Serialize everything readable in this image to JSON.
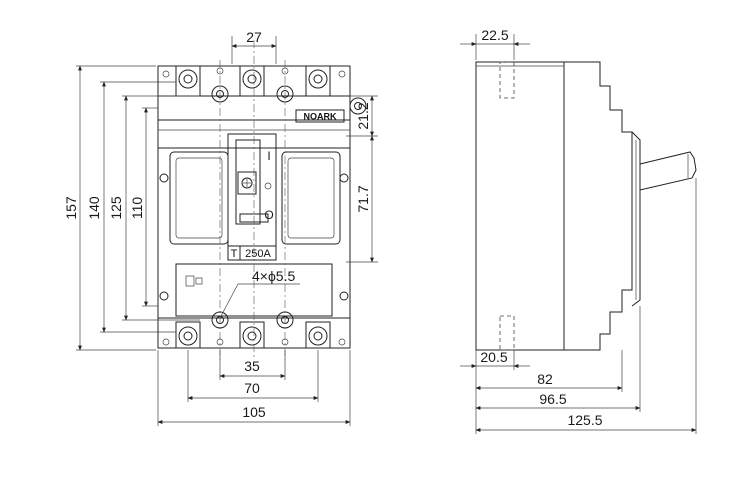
{
  "brand_label": "NOARK",
  "rating_label": "250A",
  "rating_symbol": "T",
  "hole_callout": "4×ϕ5.5",
  "switch_marks": {
    "on": "I",
    "off": "O"
  },
  "front_view": {
    "dim_top_width": "27",
    "dim_height_total": "157",
    "dim_height_140": "140",
    "dim_height_125": "125",
    "dim_height_110": "110",
    "dim_right_21_2": "21.2",
    "dim_right_71_7": "71.7",
    "dim_bottom_35": "35",
    "dim_bottom_70": "70",
    "dim_bottom_105": "105"
  },
  "side_view": {
    "dim_top_22_5": "22.5",
    "dim_bottom_20_5": "20.5",
    "dim_depth_82": "82",
    "dim_depth_96_5": "96.5",
    "dim_depth_125_5": "125.5"
  }
}
